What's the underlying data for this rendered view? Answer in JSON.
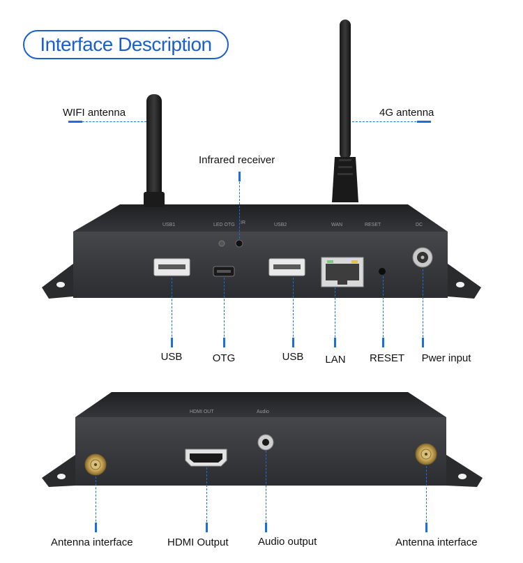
{
  "title": "Interface Description",
  "callouts": {
    "wifi_antenna": "WIFI antenna",
    "antenna_4g": "4G antenna",
    "infrared_receiver": "Infrared receiver",
    "usb1": "USB",
    "otg": "OTG",
    "usb2": "USB",
    "lan": "LAN",
    "reset": "RESET",
    "power_input": "Pwer input",
    "antenna_left": "Antenna interface",
    "hdmi_output": "HDMI Output",
    "audio_output": "Audio output",
    "antenna_right": "Antenna interface"
  },
  "panel_print": {
    "top": {
      "usb1": "USB1",
      "led_otg": "LED OTG",
      "ir": "IR",
      "usb2": "USB2",
      "wan": "WAN",
      "reset": "RESET",
      "dc": "DC"
    },
    "bottom": {
      "hdmi_out": "HDMI OUT",
      "audio": "Audio"
    }
  },
  "colors": {
    "accent": "#1a5fd0",
    "leader": "#1a6fe0",
    "device_body": "#3a3b3e",
    "device_top": "#2a2b2e"
  }
}
